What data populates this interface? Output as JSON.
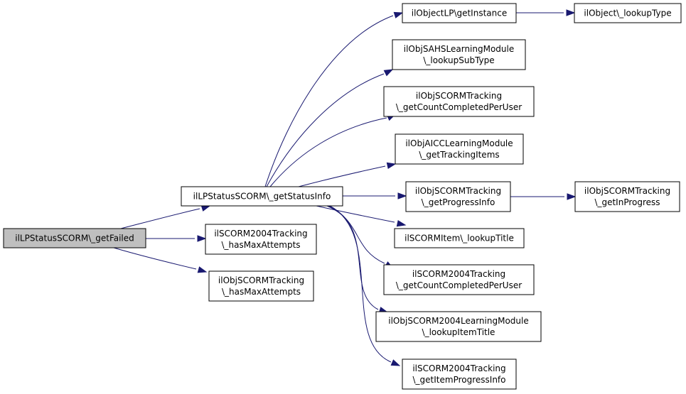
{
  "nodes": [
    {
      "id": "getFailed",
      "lines": [
        "ilLPStatusSCORM\\_getFailed"
      ]
    },
    {
      "id": "getStatusInfo",
      "lines": [
        "ilLPStatusSCORM\\_getStatusInfo"
      ]
    },
    {
      "id": "s2004HasMax",
      "lines": [
        "ilSCORM2004Tracking",
        "\\_hasMaxAttempts"
      ]
    },
    {
      "id": "objHasMax",
      "lines": [
        "ilObjSCORMTracking",
        "\\_hasMaxAttempts"
      ]
    },
    {
      "id": "objectLP",
      "lines": [
        "ilObjectLP\\getInstance"
      ]
    },
    {
      "id": "lookupType",
      "lines": [
        "ilObject\\_lookupType"
      ]
    },
    {
      "id": "sahs",
      "lines": [
        "ilObjSAHSLearningModule",
        "\\_lookupSubType"
      ]
    },
    {
      "id": "objCountCompleted",
      "lines": [
        "ilObjSCORMTracking",
        "\\_getCountCompletedPerUser"
      ]
    },
    {
      "id": "aicc",
      "lines": [
        "ilObjAICCLearningModule",
        "\\_getTrackingItems"
      ]
    },
    {
      "id": "progressInfo",
      "lines": [
        "ilObjSCORMTracking",
        "\\_getProgressInfo"
      ]
    },
    {
      "id": "inProgress",
      "lines": [
        "ilObjSCORMTracking",
        "\\_getInProgress"
      ]
    },
    {
      "id": "itemTitle",
      "lines": [
        "ilSCORMItem\\_lookupTitle"
      ]
    },
    {
      "id": "s2004CountCompleted",
      "lines": [
        "ilSCORM2004Tracking",
        "\\_getCountCompletedPerUser"
      ]
    },
    {
      "id": "s2004LM",
      "lines": [
        "ilObjSCORM2004LearningModule",
        "\\_lookupItemTitle"
      ]
    },
    {
      "id": "s2004ItemProgress",
      "lines": [
        "ilSCORM2004Tracking",
        "\\_getItemProgressInfo"
      ]
    }
  ],
  "edges": [
    {
      "from": "getFailed",
      "to": "getStatusInfo"
    },
    {
      "from": "getFailed",
      "to": "s2004HasMax"
    },
    {
      "from": "getFailed",
      "to": "objHasMax"
    },
    {
      "from": "getStatusInfo",
      "to": "objectLP"
    },
    {
      "from": "getStatusInfo",
      "to": "sahs"
    },
    {
      "from": "getStatusInfo",
      "to": "objCountCompleted"
    },
    {
      "from": "getStatusInfo",
      "to": "aicc"
    },
    {
      "from": "getStatusInfo",
      "to": "progressInfo"
    },
    {
      "from": "getStatusInfo",
      "to": "itemTitle"
    },
    {
      "from": "getStatusInfo",
      "to": "s2004CountCompleted"
    },
    {
      "from": "getStatusInfo",
      "to": "s2004LM"
    },
    {
      "from": "getStatusInfo",
      "to": "s2004ItemProgress"
    },
    {
      "from": "objectLP",
      "to": "lookupType"
    },
    {
      "from": "progressInfo",
      "to": "inProgress"
    }
  ],
  "colors": {
    "edge": "#191970",
    "root_fill": "#bfbfbf",
    "node_fill": "#ffffff",
    "node_border": "#000000"
  }
}
